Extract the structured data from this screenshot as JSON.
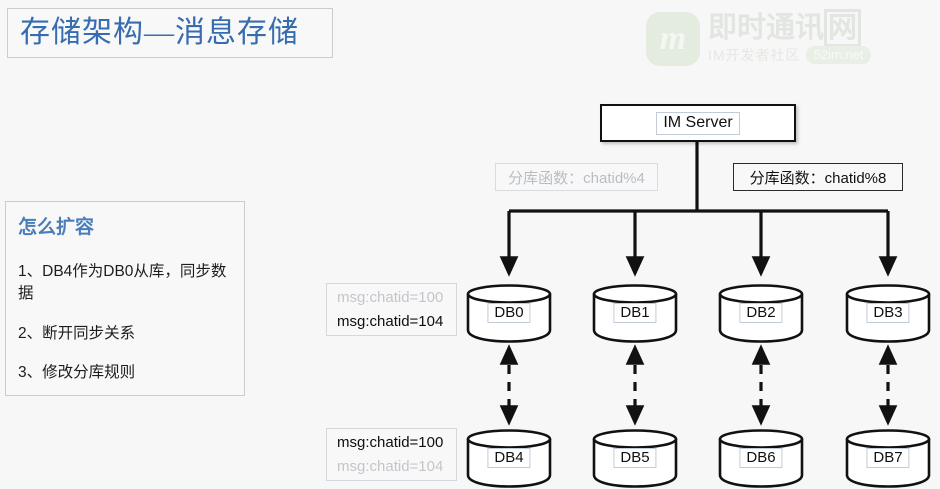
{
  "page": {
    "background": "#f7f7f7",
    "title": "存储架构—消息存储",
    "title_color": "#376cb0"
  },
  "watermark": {
    "logo_letter": "m",
    "main_text_1": "即时通讯",
    "main_text_2": "网",
    "sub_text": "IM开发者社区",
    "pill_text": "52im.net"
  },
  "note": {
    "heading": "怎么扩容",
    "heading_color": "#4a7ebb",
    "items": [
      "1、DB4作为DB0从库，同步数据",
      "2、断开同步关系",
      "3、修改分库规则"
    ]
  },
  "diagram": {
    "server": {
      "label": "IM Server"
    },
    "shard_functions": [
      {
        "label": "分库函数：chatid%4",
        "state": "faded"
      },
      {
        "label": "分库函数：chatid%8",
        "state": "active"
      }
    ],
    "msg_labels": [
      {
        "position": "top",
        "line1": "msg:chatid=100",
        "line1_state": "dim",
        "line2": "msg:chatid=104",
        "line2_state": "strong"
      },
      {
        "position": "bottom",
        "line1": "msg:chatid=100",
        "line1_state": "strong",
        "line2": "msg:chatid=104",
        "line2_state": "dim"
      }
    ],
    "top_row": [
      {
        "label": "DB0"
      },
      {
        "label": "DB1"
      },
      {
        "label": "DB2"
      },
      {
        "label": "DB3"
      }
    ],
    "bottom_row": [
      {
        "label": "DB4"
      },
      {
        "label": "DB5"
      },
      {
        "label": "DB6"
      },
      {
        "label": "DB7"
      }
    ]
  }
}
